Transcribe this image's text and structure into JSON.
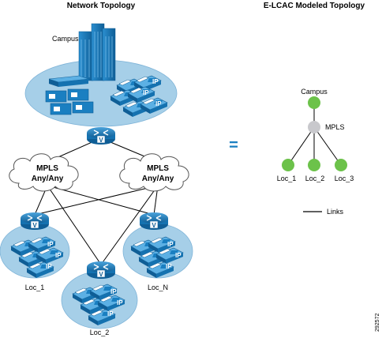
{
  "left_title": "Network Topology",
  "right_title": "E-LCAC Modeled Topology",
  "campus_label": "Campus",
  "cloud_left": {
    "line1": "MPLS",
    "line2": "Any/Any"
  },
  "cloud_right": {
    "line1": "MPLS",
    "line2": "Any/Any"
  },
  "site_labels": {
    "loc1": "Loc_1",
    "loc2": "Loc_2",
    "locn": "Loc_N"
  },
  "equals": "=",
  "model": {
    "campus": "Campus",
    "mpls": "MPLS",
    "loc1": "Loc_1",
    "loc2": "Loc_2",
    "loc3": "Loc_3",
    "legend": "Links"
  },
  "phone_label": "IP",
  "router_label": "V",
  "figure_id": "292572",
  "colors": {
    "site_fill": "#a6cfe8",
    "device_blue": "#1a7fc1",
    "cloud_fill": "#ffffff",
    "node_green": "#6cc24a",
    "node_gray": "#c8c8cc"
  }
}
